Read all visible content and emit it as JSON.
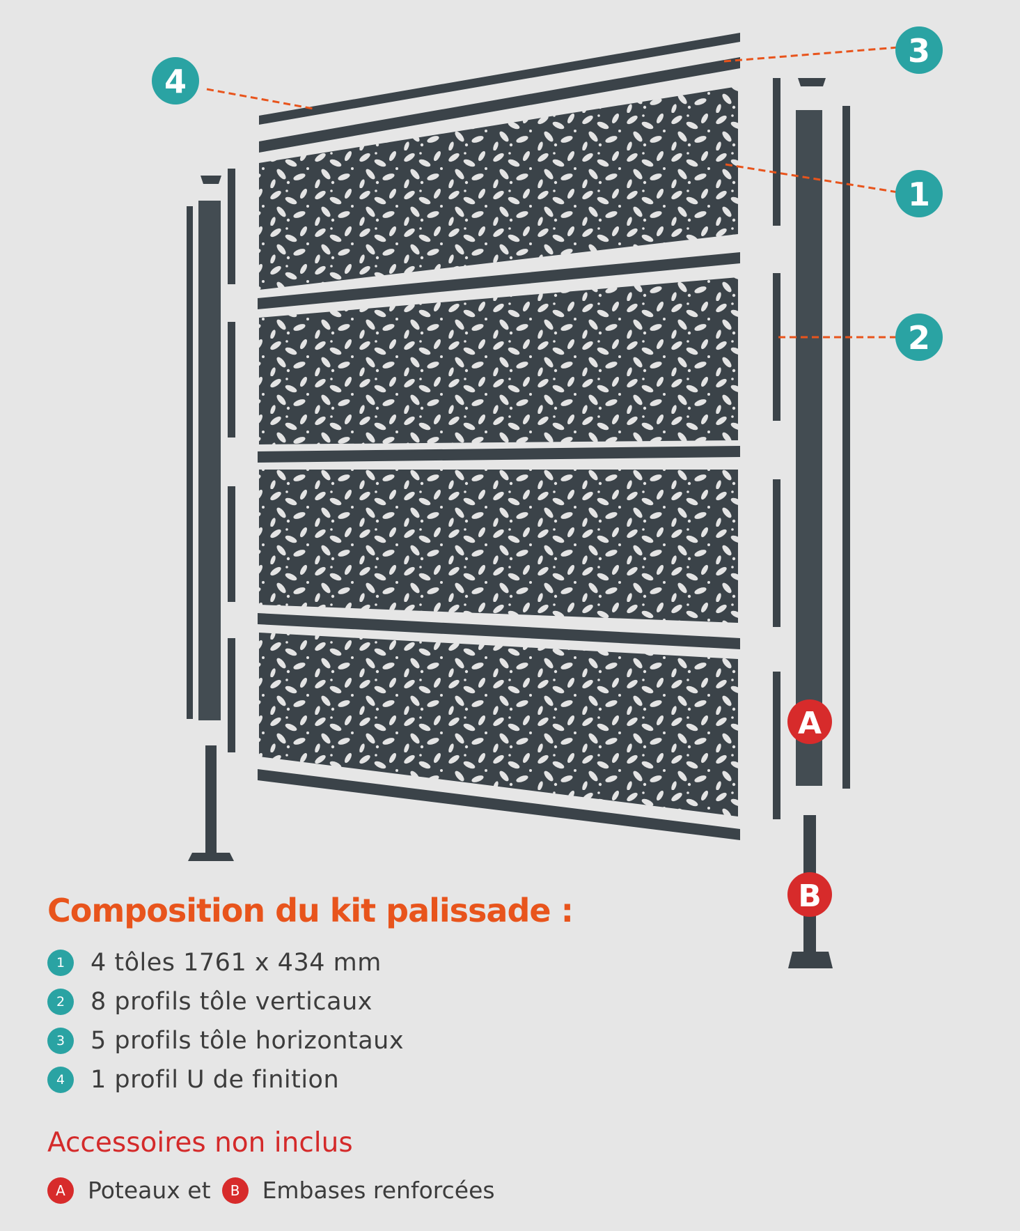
{
  "callouts": {
    "one": "1",
    "two": "2",
    "three": "3",
    "four": "4",
    "a": "A",
    "b": "B"
  },
  "colors": {
    "teal": "#2aa3a3",
    "red": "#d72b2b",
    "orange": "#e8541c",
    "metal": "#3b4349",
    "background": "#e6e6e6"
  },
  "legend": {
    "title": "Composition du kit palissade :",
    "items": [
      {
        "num": "1",
        "text": "4 tôles 1761 x 434 mm"
      },
      {
        "num": "2",
        "text": "8 profils tôle verticaux"
      },
      {
        "num": "3",
        "text": "5 profils tôle horizontaux"
      },
      {
        "num": "4",
        "text": "1 profil U de finition"
      }
    ],
    "accessories_title": "Accessoires non inclus",
    "accessories": {
      "a_letter": "A",
      "a_text": "Poteaux et",
      "b_letter": "B",
      "b_text": "Embases renforcées"
    }
  }
}
